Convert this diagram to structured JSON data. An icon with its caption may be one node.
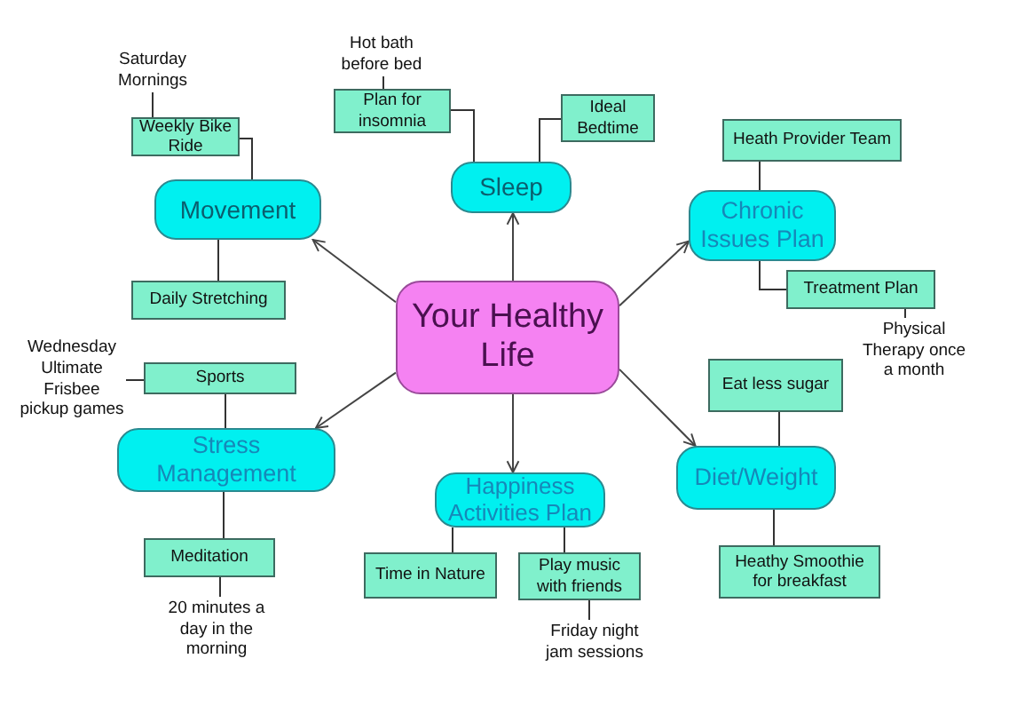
{
  "diagram": {
    "nodes": [
      {
        "text": [
          "Saturday Mornings"
        ]
      },
      {
        "text": [
          "Hot bath before bed"
        ]
      },
      {
        "text": [
          "Plan for insomnia"
        ]
      },
      {
        "text": [
          "Ideal Bedtime"
        ]
      },
      {
        "text": [
          "Weekly Bike Ride"
        ]
      },
      {
        "text": [
          "Heath Provider Team"
        ]
      },
      {
        "text": [
          "Sleep"
        ]
      },
      {
        "text": [
          "Movement"
        ]
      },
      {
        "text": [
          "Chronic Issues Plan"
        ]
      },
      {
        "text": [
          "Your Healthy Life"
        ]
      },
      {
        "text": [
          "Daily Stretching"
        ]
      },
      {
        "text": [
          "Treatment Plan"
        ]
      },
      {
        "text": [
          "Physical Therapy once a month"
        ]
      },
      {
        "text": [
          "Wednesday Ultimate Frisbee pickup games"
        ]
      },
      {
        "text": [
          "Sports"
        ]
      },
      {
        "text": [
          "Eat less sugar"
        ]
      },
      {
        "text": [
          "Stress Management"
        ]
      },
      {
        "text": [
          "Happiness Activities Plan"
        ]
      },
      {
        "text": [
          "Diet/Weight"
        ]
      },
      {
        "text": [
          "Meditation"
        ]
      },
      {
        "text": [
          "Time in Nature"
        ]
      },
      {
        "text": [
          "Play music with friends"
        ]
      },
      {
        "text": [
          "Heathy Smoothie for breakfast"
        ]
      },
      {
        "text": [
          "20 minutes a day in the morning"
        ]
      },
      {
        "text": [
          "Friday night jam sessions"
        ]
      }
    ],
    "edges": [
      {
        "from": 9,
        "to": 7,
        "arrow": "to"
      },
      {
        "from": 9,
        "to": 6,
        "arrow": "to"
      },
      {
        "from": 9,
        "to": 8,
        "arrow": "to"
      },
      {
        "from": 9,
        "to": 16,
        "arrow": "to"
      },
      {
        "from": 9,
        "to": 17,
        "arrow": "to"
      },
      {
        "from": 9,
        "to": 18,
        "arrow": "to"
      },
      {
        "from": 7,
        "to": 4,
        "arrow": "none"
      },
      {
        "from": 7,
        "to": 10,
        "arrow": "none"
      },
      {
        "from": 6,
        "to": 2,
        "arrow": "none"
      },
      {
        "from": 6,
        "to": 3,
        "arrow": "none"
      },
      {
        "from": 8,
        "to": 5,
        "arrow": "none"
      },
      {
        "from": 8,
        "to": 11,
        "arrow": "none"
      },
      {
        "from": 16,
        "to": 14,
        "arrow": "none"
      },
      {
        "from": 16,
        "to": 19,
        "arrow": "none"
      },
      {
        "from": 17,
        "to": 20,
        "arrow": "none"
      },
      {
        "from": 17,
        "to": 21,
        "arrow": "none"
      },
      {
        "from": 18,
        "to": 15,
        "arrow": "none"
      },
      {
        "from": 18,
        "to": 22,
        "arrow": "none"
      },
      {
        "from": 4,
        "to": 0,
        "arrow": "none"
      },
      {
        "from": 2,
        "to": 1,
        "arrow": "none"
      },
      {
        "from": 11,
        "to": 12,
        "arrow": "none"
      },
      {
        "from": 14,
        "to": 13,
        "arrow": "none"
      },
      {
        "from": 19,
        "to": 23,
        "arrow": "none"
      },
      {
        "from": 21,
        "to": 24,
        "arrow": "none"
      }
    ]
  }
}
